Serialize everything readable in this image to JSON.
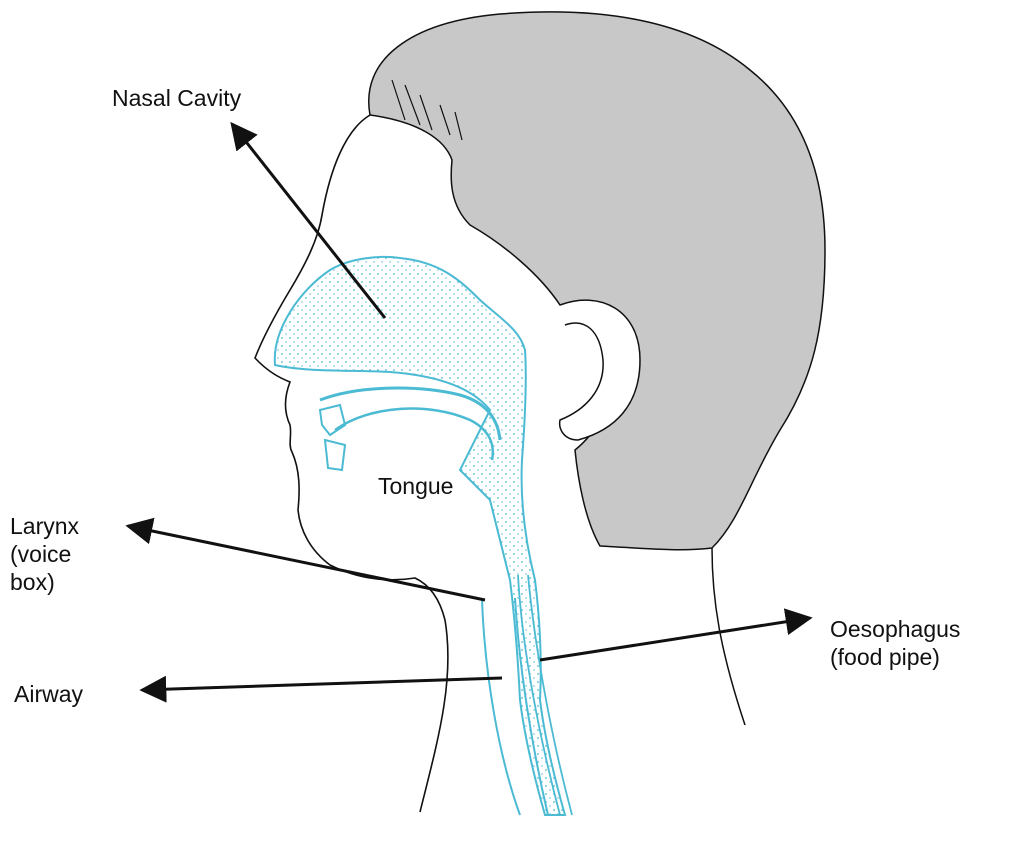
{
  "labels": {
    "nasal_cavity": "Nasal Cavity",
    "tongue": "Tongue",
    "larynx": [
      "Larynx",
      "(voice",
      "box)"
    ],
    "airway": "Airway",
    "oesophagus": [
      "Oesophagus",
      "(food pipe)"
    ]
  },
  "colors": {
    "hair": "#c8c8c8",
    "airway_tint": "#4bbad3",
    "outline": "#111111"
  }
}
